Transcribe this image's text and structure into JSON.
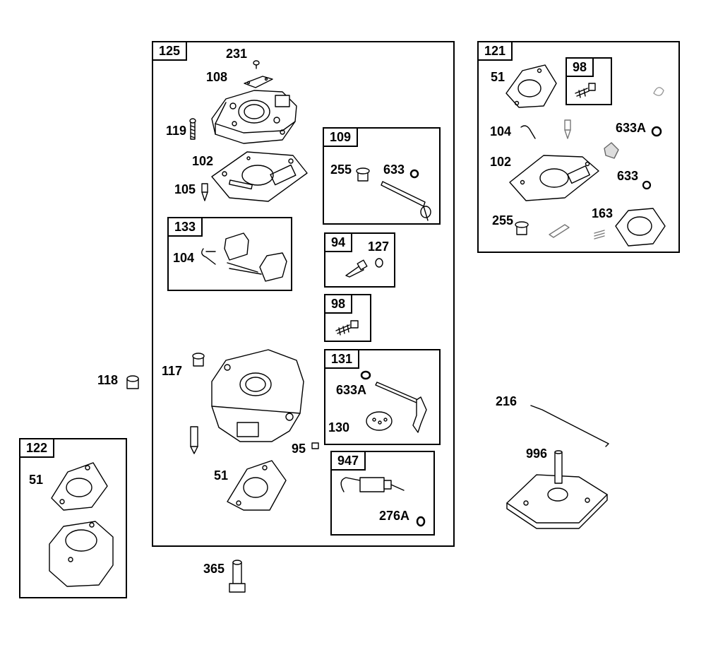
{
  "groups": {
    "g125": "125",
    "g121": "121",
    "g122": "122",
    "g109": "109",
    "g133": "133",
    "g94": "94",
    "g98": "98",
    "g131": "131",
    "g947": "947",
    "g98b": "98"
  },
  "labels": {
    "p231": "231",
    "p108": "108",
    "p119": "119",
    "p102": "102",
    "p105": "105",
    "p104": "104",
    "p118": "118",
    "p117": "117",
    "p95": "95",
    "p51": "51",
    "p365": "365",
    "p255": "255",
    "p633": "633",
    "p127": "127",
    "p633A": "633A",
    "p130": "130",
    "p276A": "276A",
    "p216": "216",
    "p996": "996",
    "b121_51": "51",
    "b121_104": "104",
    "b121_633A": "633A",
    "b121_102": "102",
    "b121_633": "633",
    "b121_255": "255",
    "b121_163": "163",
    "b122_51": "51"
  }
}
